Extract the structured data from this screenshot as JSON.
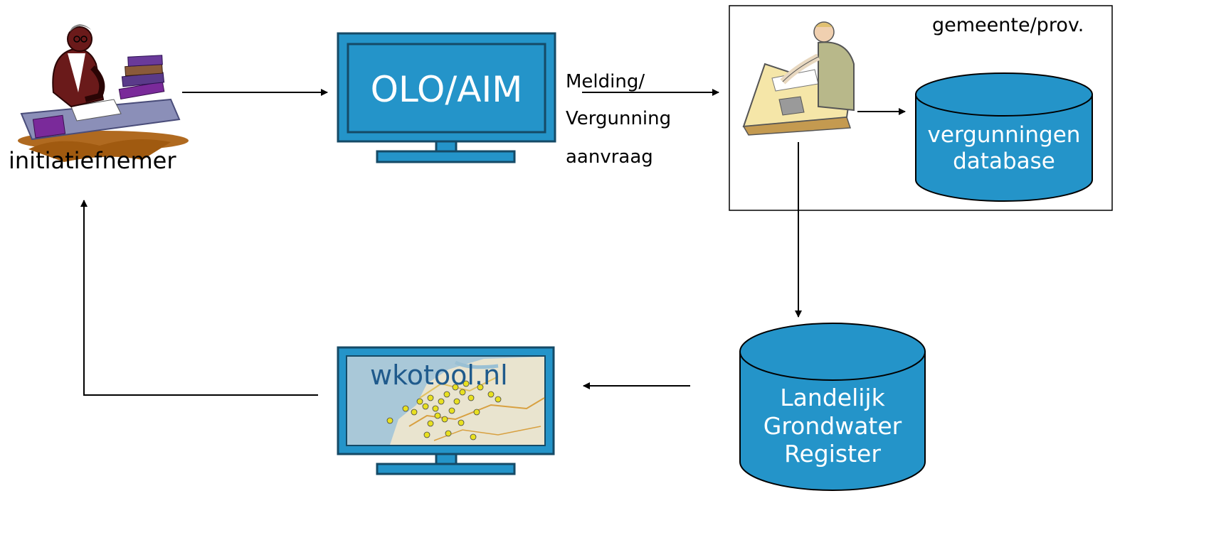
{
  "initiator": {
    "label": "initiatiefnemer",
    "icon": "person-at-desk-icon"
  },
  "olo_screen": {
    "label": "OLO/AIM"
  },
  "request": {
    "line1": "Melding/",
    "line2": "Vergunning",
    "line3": "aanvraag"
  },
  "authority": {
    "label": "gemeente/prov.",
    "clerk_icon": "clerk-at-desk-icon",
    "db_line1": "vergunningen",
    "db_line2": "database"
  },
  "register": {
    "line1": "Landelijk",
    "line2": "Grondwater",
    "line3": "Register"
  },
  "wko_screen": {
    "label": "wkotool.nl",
    "map_icon": "netherlands-map-icon"
  },
  "colors": {
    "primary_blue": "#2494c9",
    "dark_blue": "#154a66",
    "screen_text_blue": "#1f5a8c"
  }
}
